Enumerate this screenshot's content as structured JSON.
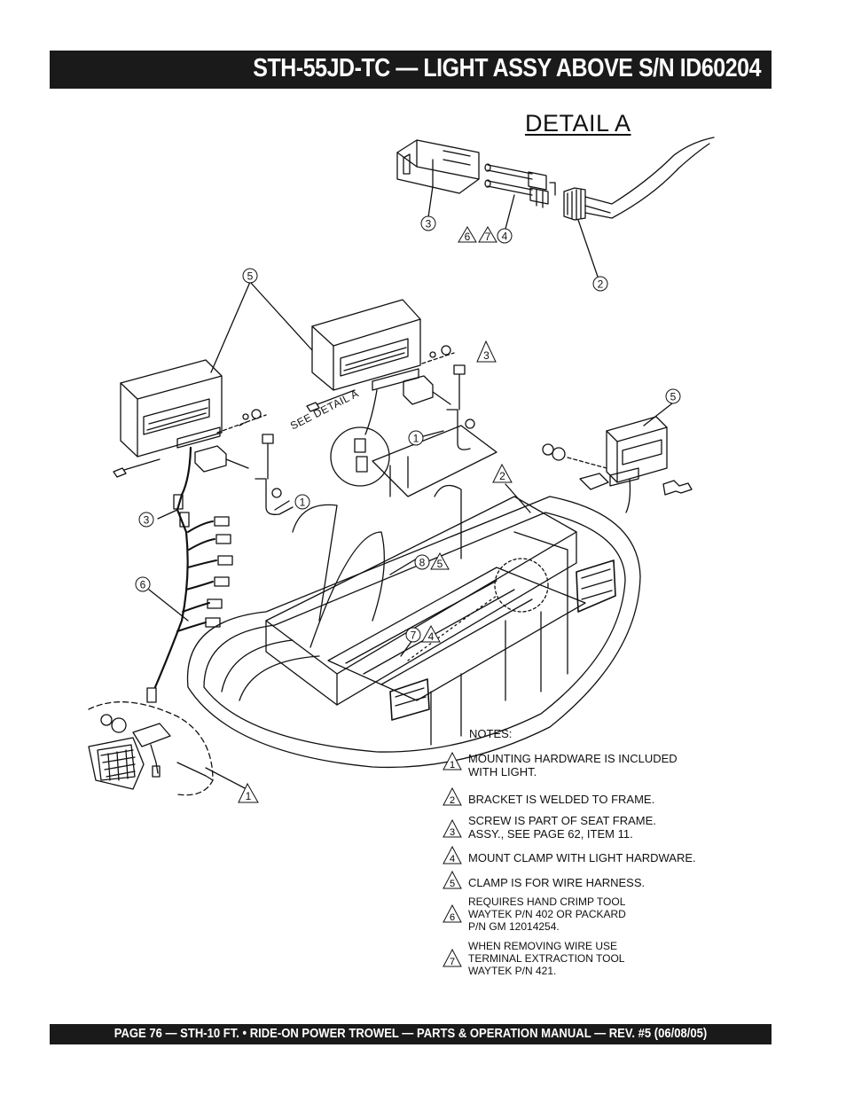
{
  "header": {
    "title": "STH-55JD-TC — LIGHT ASSY ABOVE S/N ID60204"
  },
  "diagram": {
    "detail_label": "DETAIL A",
    "see_detail_label": "SEE DETAIL A",
    "callouts": [
      "1",
      "2",
      "3",
      "4",
      "5",
      "6",
      "7",
      "8"
    ],
    "flag_callouts": [
      "1",
      "2",
      "3",
      "4",
      "5",
      "6",
      "7"
    ]
  },
  "notes": {
    "heading": "NOTES:",
    "items": [
      {
        "flag": "1",
        "text": "MOUNTING HARDWARE IS INCLUDED\nWITH LIGHT."
      },
      {
        "flag": "2",
        "text": "BRACKET IS WELDED TO FRAME."
      },
      {
        "flag": "3",
        "text": "SCREW IS PART OF SEAT FRAME.\nASSY., SEE PAGE 62, ITEM 11."
      },
      {
        "flag": "4",
        "text": "MOUNT CLAMP WITH LIGHT HARDWARE."
      },
      {
        "flag": "5",
        "text": "CLAMP IS FOR WIRE HARNESS."
      },
      {
        "flag": "6",
        "text": "REQUIRES HAND CRIMP TOOL\nWAYTEK P/N 402 OR PACKARD\nP/N GM 12014254."
      },
      {
        "flag": "7",
        "text": "WHEN REMOVING WIRE USE\nTERMINAL EXTRACTION TOOL\n WAYTEK P/N 421."
      }
    ]
  },
  "footer": {
    "text": "PAGE 76 — STH-10 FT. • RIDE-ON POWER TROWEL — PARTS & OPERATION MANUAL — REV. #5 (06/08/05)"
  }
}
